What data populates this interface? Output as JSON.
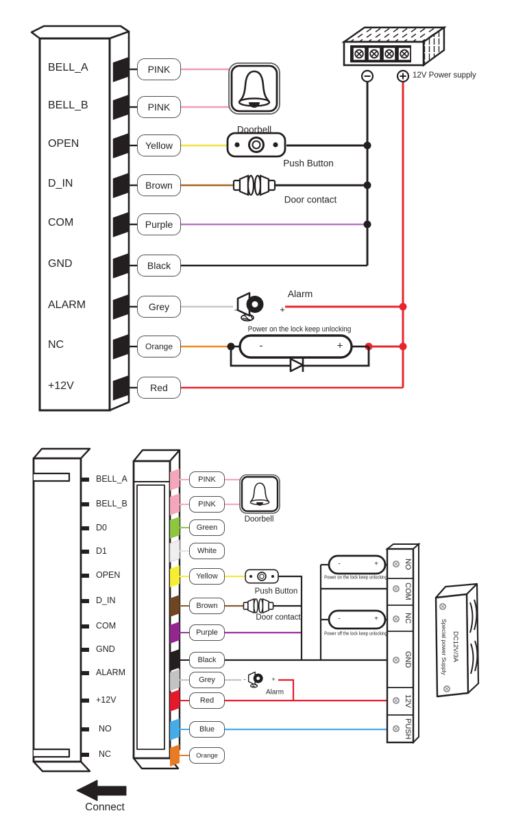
{
  "symbols": {
    "minus": "-",
    "plus": "+"
  },
  "colors": {
    "line": "#231f20",
    "pink": "#f09ab8",
    "yellow": "#efe33c",
    "brown": "#a8601e",
    "purple": "#b579bd",
    "black": "#231f20",
    "grey": "#c7c7c7",
    "orange": "#f18a21",
    "red": "#e8252d",
    "green": "#8dc63f",
    "white": "#efefef",
    "blue": "#45ace7"
  },
  "top": {
    "terminals": [
      {
        "name": "BELL_A",
        "wire_label": "PINK"
      },
      {
        "name": "BELL_B",
        "wire_label": "PINK"
      },
      {
        "name": "OPEN",
        "wire_label": "Yellow"
      },
      {
        "name": "D_IN",
        "wire_label": "Brown"
      },
      {
        "name": "COM",
        "wire_label": "Purple"
      },
      {
        "name": "GND",
        "wire_label": "Black"
      },
      {
        "name": "ALARM",
        "wire_label": "Grey"
      },
      {
        "name": "NC",
        "wire_label": "Orange"
      },
      {
        "name": "+12V",
        "wire_label": "Red"
      }
    ],
    "doorbell_label": "Doorbell",
    "push_button_label": "Push Button",
    "door_contact_label": "Door contact",
    "alarm_label": "Alarm",
    "lock_note": "Power on the lock keep unlocking",
    "power_supply_label": "12V Power supply"
  },
  "bottom": {
    "terminals": [
      "BELL_A",
      "BELL_B",
      "D0",
      "D1",
      "OPEN",
      "D_IN",
      "COM",
      "GND",
      "ALARM",
      "+12V",
      "NO",
      "NC"
    ],
    "tags": [
      "PINK",
      "PINK",
      "Green",
      "White",
      "Yellow",
      "Brown",
      "Purple",
      "Black",
      "Grey",
      "Red",
      "Blue",
      "Orange"
    ],
    "doorbell_label": "Doorbell",
    "push_button_label": "Push Button",
    "door_contact_label": "Door contact",
    "alarm_label": "Alarm",
    "lock_on_note": "Power on the lock keep unlocking",
    "lock_off_note": "Power off the lock keep unlocking",
    "relay_terminals": [
      "NO",
      "COM",
      "NC",
      "GND",
      "12V",
      "PUSH"
    ],
    "psu_model": "DC12V/3A",
    "psu_name": "Special power Supply",
    "connect_label": "Connect"
  }
}
